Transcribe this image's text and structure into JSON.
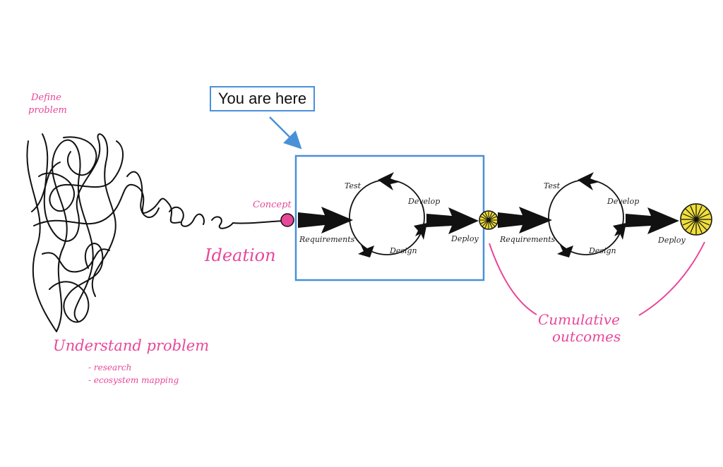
{
  "callout": {
    "label": "You are here"
  },
  "labels": {
    "define_problem": [
      "Define",
      "problem"
    ],
    "understand_problem": "Understand problem",
    "bullets": [
      "- research",
      "- ecosystem mapping"
    ],
    "concept": "Concept",
    "ideation": "Ideation",
    "cumulative_outcomes": [
      "Cumulative",
      "outcomes"
    ]
  },
  "cycle_1": {
    "test": "Test",
    "develop": "Develop",
    "requirements": "Requirements",
    "design": "Design",
    "deploy": "Deploy"
  },
  "cycle_2": {
    "test": "Test",
    "develop": "Develop",
    "requirements": "Requirements",
    "design": "Design",
    "deploy": "Deploy"
  },
  "colors": {
    "annotation": "#e8479a",
    "highlight": "#4a90d9",
    "ink": "#111111",
    "outcome_fill": "#f0de3a",
    "concept_dot": "#e8479a"
  }
}
